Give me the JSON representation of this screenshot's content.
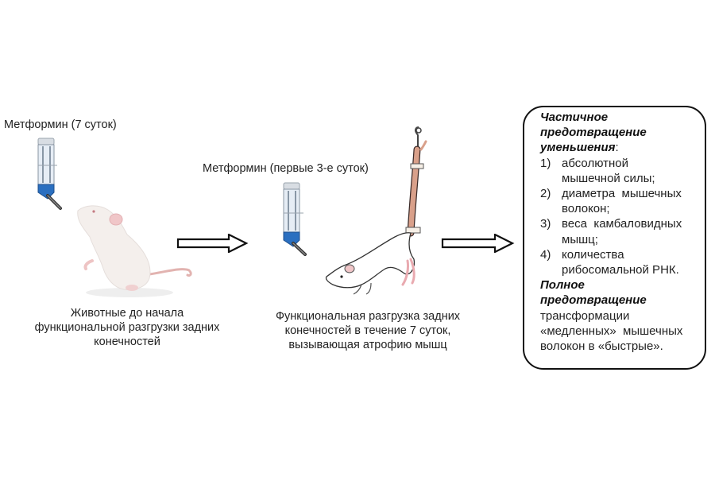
{
  "panels": [
    {
      "drug_label": "Метформин (7 суток)",
      "caption_lines": [
        "Животные до начала",
        "функциональной разгрузки задних",
        "конечностей"
      ]
    },
    {
      "drug_label": "Метформин (первые 3-е суток)",
      "caption_lines": [
        "Функциональная разгрузка задних",
        "конечностей в течение 7 суток,",
        "вызывающая атрофию мышц"
      ]
    }
  ],
  "result": {
    "partial_heading_lines": [
      "Частичное",
      "предотвращение",
      "уменьшения"
    ],
    "partial_heading_suffix": ":",
    "items": [
      {
        "num": "1)",
        "lines": [
          "абсолютной",
          "мышечной силы;"
        ]
      },
      {
        "num": "2)",
        "lines": [
          "диаметра  мышечных",
          "волокон;"
        ]
      },
      {
        "num": "3)",
        "lines": [
          "веса  камбаловидных",
          "мышц;"
        ]
      },
      {
        "num": "4)",
        "lines": [
          "количества",
          "рибосомальной РНК."
        ]
      }
    ],
    "full_heading_lines": [
      "Полное",
      "предотвращение"
    ],
    "full_text_lines": [
      "трансформации",
      "«медленных»  мышечных",
      "волокон в «быстрые»."
    ]
  },
  "colors": {
    "bottle_blue": "#2a6fc0",
    "rat_body": "#f4efec",
    "rat_pink": "#e9aab0",
    "tail_brown": "#d9a08a",
    "outline": "#111111"
  }
}
